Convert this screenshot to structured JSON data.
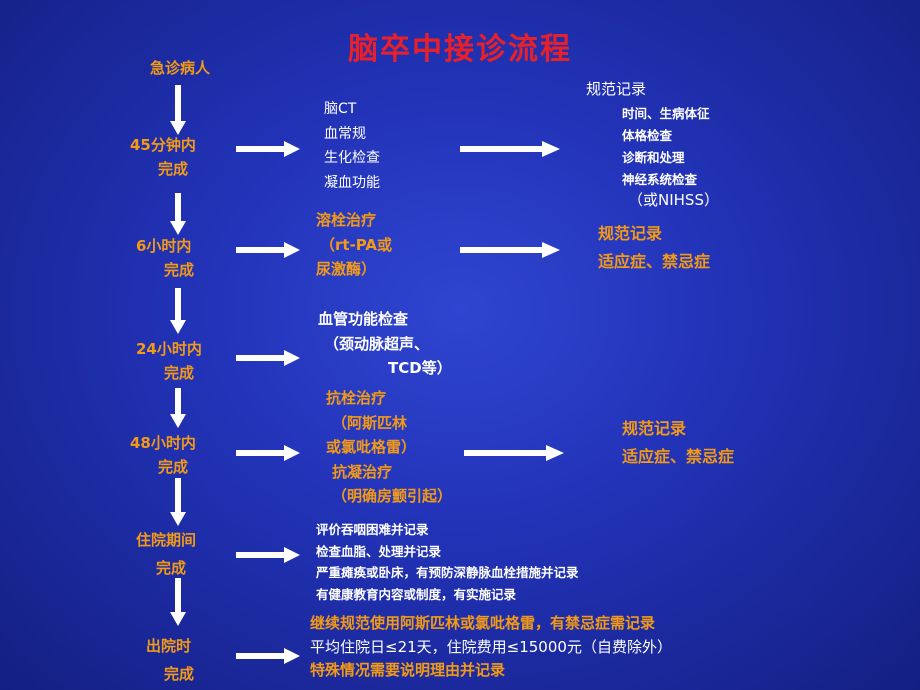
{
  "title": "脑卒中接诊流程",
  "start": "急诊病人",
  "stages": [
    {
      "time": "45分钟内",
      "done": "完成"
    },
    {
      "time": "6小时内",
      "done": "完成"
    },
    {
      "time": "24小时内",
      "done": "完成"
    },
    {
      "time": "48小时内",
      "done": "完成"
    },
    {
      "time": "住院期间",
      "done": "完成"
    },
    {
      "time": "出院时",
      "done": "完成"
    }
  ],
  "actions": {
    "s1": [
      "脑CT",
      "血常规",
      "生化检查",
      "凝血功能"
    ],
    "s2": [
      "溶栓治疗",
      "（rt-PA或",
      "尿激酶）"
    ],
    "s3": [
      "血管功能检查",
      "（颈动脉超声、",
      "TCD等）"
    ],
    "s4": [
      "抗栓治疗",
      "（阿斯匹林",
      "或氯吡格雷）",
      "抗凝治疗",
      "（明确房颤引起）"
    ],
    "s5": [
      "评价吞咽困难并记录",
      "检查血脂、处理并记录",
      "严重瘫痪或卧床，有预防深静脉血栓措施并记录",
      "有健康教育内容或制度，有实施记录"
    ],
    "s6": [
      "继续规范使用阿斯匹林或氯吡格雷，有禁忌症需记录",
      "平均住院日≤21天，住院费用≤15000元（自费除外）",
      "特殊情况需要说明理由并记录"
    ]
  },
  "records": {
    "r1": {
      "title": "规范记录",
      "items": [
        "时间、生病体征",
        "体格检查",
        "诊断和处理",
        "神经系统检查"
      ],
      "note": "（或NIHSS）"
    },
    "r2": [
      "规范记录",
      "适应症、禁忌症"
    ],
    "r4": [
      "规范记录",
      "适应症、禁忌症"
    ]
  }
}
